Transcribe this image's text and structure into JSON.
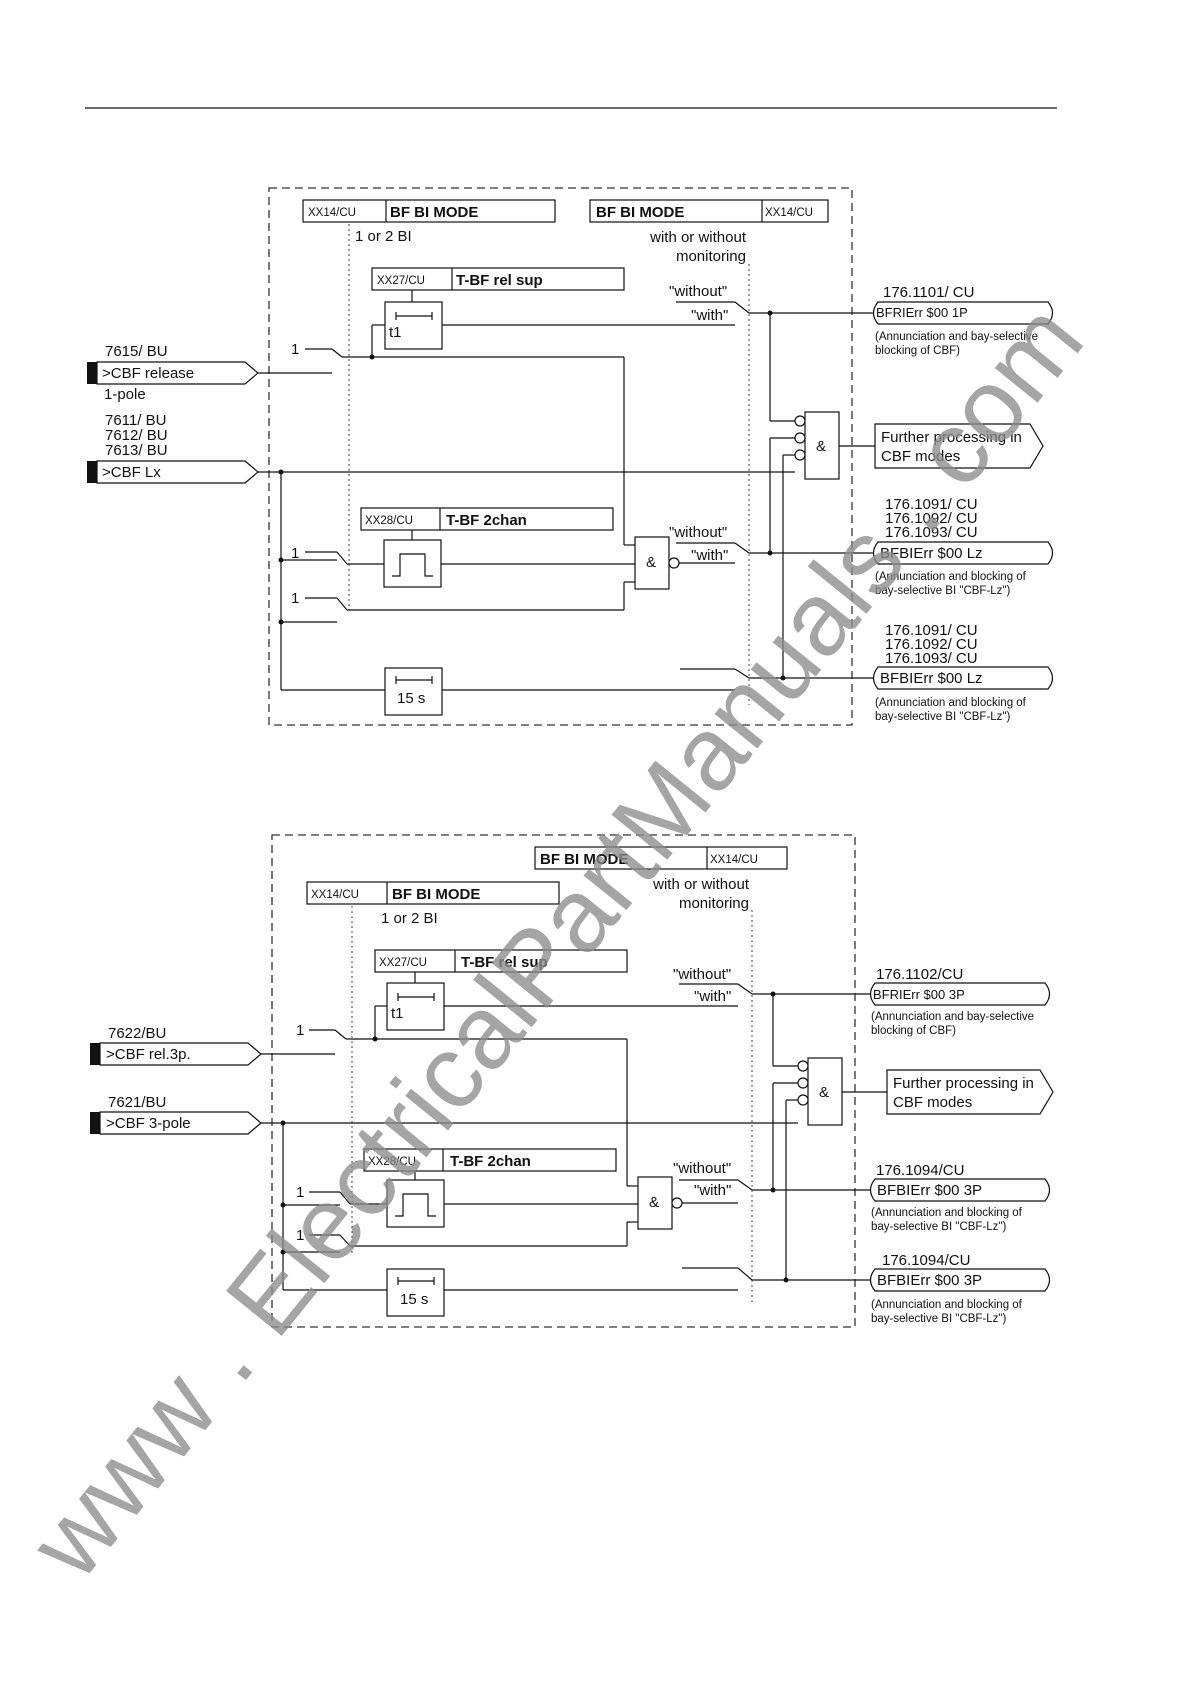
{
  "diagram1": {
    "param_mode_left": {
      "addr": "XX14/CU",
      "name": "BF BI MODE",
      "option": "1 or 2 BI"
    },
    "param_mode_right": {
      "addr": "XX14/CU",
      "name": "BF BI MODE",
      "option_line1": "with or without",
      "option_line2": "monitoring"
    },
    "param_relsup": {
      "addr": "XX27/CU",
      "name": "T-BF rel sup"
    },
    "param_2chan": {
      "addr": "XX28/CU",
      "name": "T-BF 2chan"
    },
    "timer_t1": "t1",
    "timer_15s": "15 s",
    "and_symbol": "&",
    "const_one": "1",
    "without": "\"without\"",
    "with": "\"with\"",
    "input_release": {
      "number": "7615/ BU",
      "label": ">CBF release",
      "note": "1-pole"
    },
    "input_lx": {
      "numbers": [
        "7611/ BU",
        "7612/ BU",
        "7613/ BU"
      ],
      "label": ">CBF Lx"
    },
    "out_1p": {
      "numbers": [
        "176.1101/ CU"
      ],
      "label": "BFRIErr $00 1P",
      "note1": "(Annunciation and bay-selective",
      "note2": "blocking of CBF)"
    },
    "further": {
      "line1": "Further processing in",
      "line2": "CBF modes"
    },
    "out_lz1": {
      "numbers": [
        "176.1091/ CU",
        "176.1092/ CU",
        "176.1093/ CU"
      ],
      "label": "BFBIErr $00 Lz",
      "note1": "(Annunciation and blocking of",
      "note2": "bay-selective BI \"CBF-Lz\")"
    },
    "out_lz2": {
      "numbers": [
        "176.1091/ CU",
        "176.1092/ CU",
        "176.1093/ CU"
      ],
      "label": "BFBIErr $00 Lz",
      "note1": "(Annunciation and blocking of",
      "note2": "bay-selective BI \"CBF-Lz\")"
    }
  },
  "diagram2": {
    "param_mode_left": {
      "addr": "XX14/CU",
      "name": "BF BI MODE",
      "option": "1 or 2 BI"
    },
    "param_mode_right": {
      "addr": "XX14/CU",
      "name": "BF BI MODE",
      "option_line1": "with or without",
      "option_line2": "monitoring"
    },
    "param_relsup": {
      "addr": "XX27/CU",
      "name": "T-BF rel sup"
    },
    "param_2chan": {
      "addr": "XX28/CU",
      "name": "T-BF 2chan"
    },
    "timer_t1": "t1",
    "timer_15s": "15 s",
    "and_symbol": "&",
    "const_one": "1",
    "without": "\"without\"",
    "with": "\"with\"",
    "input_rel3p": {
      "number": "7622/BU",
      "label": ">CBF rel.3p."
    },
    "input_3pole": {
      "number": "7621/BU",
      "label": ">CBF 3-pole"
    },
    "out_3p_rel": {
      "number": "176.1102/CU",
      "label": "BFRIErr $00 3P",
      "note1": "(Annunciation and bay-selective",
      "note2": "blocking of CBF)"
    },
    "further": {
      "line1": "Further processing in",
      "line2": "CBF modes"
    },
    "out_3p_a": {
      "number": "176.1094/CU",
      "label": "BFBIErr $00 3P",
      "note1": "(Annunciation and blocking of",
      "note2": "bay-selective BI \"CBF-Lz\")"
    },
    "out_3p_b": {
      "number": "176.1094/CU",
      "label": "BFBIErr $00 3P",
      "note1": "(Annunciation and blocking of",
      "note2": "bay-selective BI \"CBF-Lz\")"
    }
  },
  "watermark": "www . ElectricalPartManuals . com"
}
